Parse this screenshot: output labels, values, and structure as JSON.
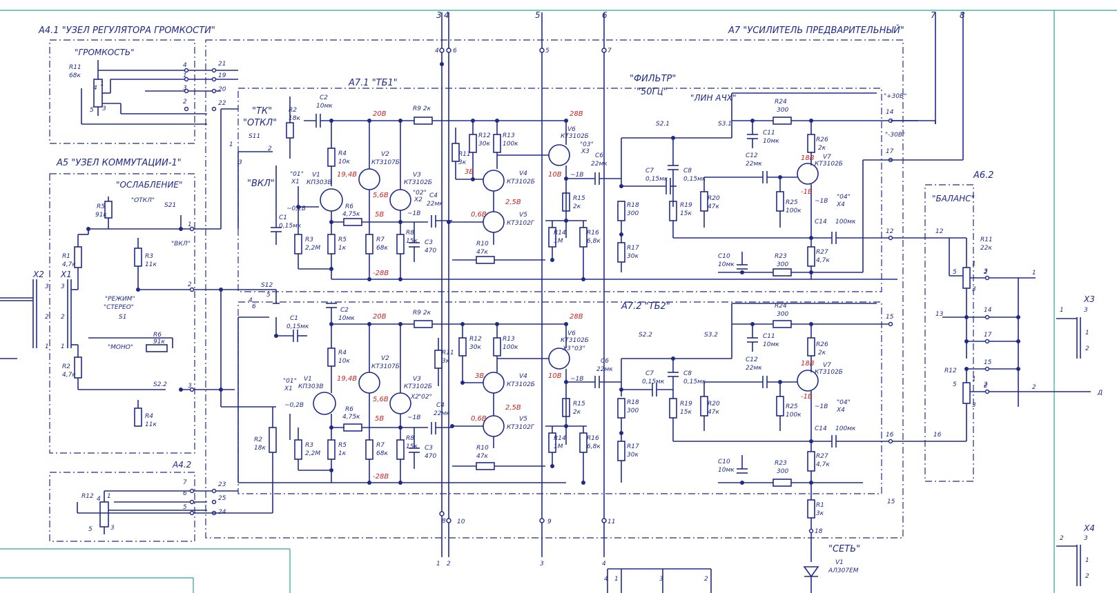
{
  "blocks": {
    "a41": "А4.1 \"УЗЕЛ РЕГУЛЯТОРА ГРОМКОСТИ\"",
    "a7": "А7 \"УСИЛИТЕЛЬ ПРЕДВАРИТЕЛЬНЫЙ\"",
    "a71": "А7.1 \"ТБ1\"",
    "a72": "А7.2 \"ТБ2\"",
    "a5": "А5 \"УЗЕЛ КОММУТАЦИИ-1\"",
    "a62": "А6.2",
    "a42": "А4.2"
  },
  "subtitles": {
    "gromkost": "\"ГРОМКОСТЬ\"",
    "oslablenie": "\"ОСЛАБЛЕНИЕ\"",
    "balans": "\"БАЛАНС\"",
    "filtr1": "\"ФИЛЬТР\"",
    "filtr2": "\"50Гц\"",
    "lin_achh": "\"ЛИН АЧХ\"",
    "tk": "\"ТК\"",
    "tk_otkl": "\"ОТКЛ\"",
    "vkl": "\"ВКЛ\"",
    "set": "\"СЕТЬ\""
  },
  "switch_labels": {
    "otkl": "\"ОТКЛ\"",
    "vkl": "\"ВКЛ\"",
    "rezhim": "\"РЕЖИМ\"",
    "stereo": "\"СТЕРЕО\"",
    "mono": "\"МОНО\""
  },
  "components": {
    "r11_top": "R11",
    "r11_top_v": "68к",
    "r5": "R5",
    "r5_v": "91к",
    "s21": "S21",
    "r1": "R1",
    "r1_v": "4,7к",
    "r3": "R3",
    "r3_v": "11к",
    "s1": "S1",
    "r6": "R6",
    "r6_v": "91к",
    "r2": "R2",
    "r2_v": "4,7к",
    "s22": "S2.2",
    "r4": "R4",
    "r4_v": "11к",
    "s11": "S11",
    "s12": "S12",
    "r2a": "R2",
    "r2a_v": "18к",
    "c2": "C2",
    "c2_v": "10мк",
    "r4a": "R4",
    "r4a_v": "10к",
    "v1": "V1",
    "v1_t": "КП303В",
    "v2": "V2",
    "v2_t": "КТ3107Б",
    "v3": "V3",
    "v3_t": "КТ3102Б",
    "r9": "R9 2к",
    "r6a": "R6",
    "r6a_v": "4,75к",
    "r3a": "R3",
    "r3a_v": "2,2М",
    "r5a": "R5",
    "r5a_v": "1к",
    "r7": "R7",
    "r7_v": "68к",
    "r8": "R8",
    "r8_v": "15к",
    "c3": "C3",
    "c3_v": "470",
    "c4": "C4",
    "c4_v": "22мк",
    "c1": "C1",
    "c1_v": "0,15мк",
    "r11": "R11",
    "r11_v": "3к",
    "r12": "R12",
    "r12_v": "30к",
    "r13": "R13",
    "r13_v": "100к",
    "v4": "V4",
    "v4_t": "КТ3102Б",
    "v5": "V5",
    "v5_t": "КТ3102Г",
    "r10": "R10",
    "r10_v": "47к",
    "v6": "V6",
    "v6_t": "КТ3102Б",
    "c6": "C6",
    "c6_v": "22мк",
    "r15": "R15",
    "r15_v": "2к",
    "r14": "R14",
    "r14_v": "1М",
    "r16": "R16",
    "r16_v": "6,8к",
    "s21b": "S2.1",
    "s31": "S3.1",
    "s22b": "S2.2",
    "s32": "S3.2",
    "c7": "C7",
    "c7_v": "0,15мк",
    "c8": "C8",
    "c8_v": "0,15мк",
    "r18": "R18",
    "r18_v": "300",
    "r19": "R19",
    "r19_v": "15к",
    "r17": "R17",
    "r17_v": "30к",
    "r24": "R24",
    "r24_v": "300",
    "c11": "C11",
    "c11_v": "10мк",
    "c12": "C12",
    "c12_v": "22мк",
    "r26": "R26",
    "r26_v": "2к",
    "v7": "V7",
    "v7_t": "КТ3102Б",
    "r20": "R20",
    "r20_v": "47к",
    "r25": "R25",
    "r25_v": "100к",
    "c14": "C14",
    "c14_v": "100мк",
    "r27": "R27",
    "r27_v": "4,7к",
    "c10": "C10",
    "c10_v": "10мк",
    "r23": "R23",
    "r23_v": "300",
    "r11b": "R11",
    "r11b_v": "22к",
    "r12b": "R12",
    "r1b": "R1",
    "r1b_v": "3к",
    "v1b": "V1",
    "v1b_t": "АЛ307ЕМ",
    "r12_a42": "R12"
  },
  "voltages": [
    "20В",
    "28В",
    "19,4В",
    "5,6В",
    "5В",
    "-28В",
    "3В",
    "2,5В",
    "0,6В",
    "10В",
    "18В",
    "-1В",
    "~0,2В",
    "~1В",
    "~1В",
    "~1В"
  ],
  "test_points": {
    "tp01": "\"01\"",
    "x1": "X1",
    "tp02": "\"02\"",
    "x2": "X2",
    "tp03": "\"03\"",
    "x3": "X3",
    "tp04": "\"04\"",
    "x4": "X4",
    "plus30": "\"+30В\"",
    "minus30": "\"-30В\""
  },
  "connectors": {
    "x2": "X2",
    "x1": "X1",
    "x3": "X3",
    "x4": "X4"
  }
}
